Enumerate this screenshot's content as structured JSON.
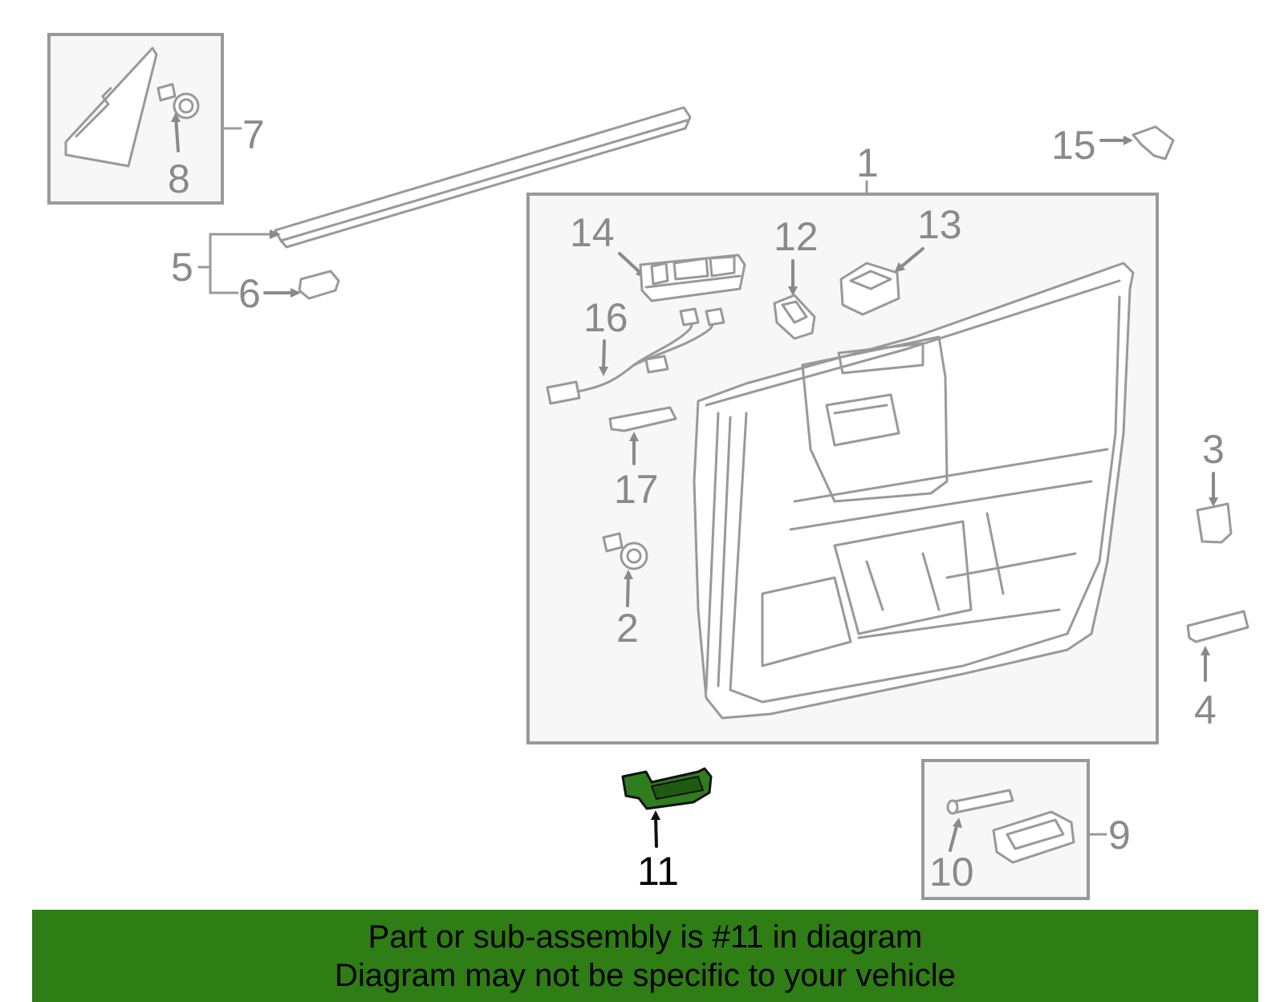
{
  "diagram": {
    "highlight_color": "#2e7d15",
    "callouts": [
      {
        "id": "1",
        "label": "1"
      },
      {
        "id": "2",
        "label": "2"
      },
      {
        "id": "3",
        "label": "3"
      },
      {
        "id": "4",
        "label": "4"
      },
      {
        "id": "5",
        "label": "5"
      },
      {
        "id": "6",
        "label": "6"
      },
      {
        "id": "7",
        "label": "7"
      },
      {
        "id": "8",
        "label": "8"
      },
      {
        "id": "9",
        "label": "9"
      },
      {
        "id": "10",
        "label": "10"
      },
      {
        "id": "11",
        "label": "11",
        "highlighted": true
      },
      {
        "id": "12",
        "label": "12"
      },
      {
        "id": "13",
        "label": "13"
      },
      {
        "id": "14",
        "label": "14"
      },
      {
        "id": "15",
        "label": "15"
      },
      {
        "id": "16",
        "label": "16"
      },
      {
        "id": "17",
        "label": "17"
      }
    ]
  },
  "banner": {
    "line1": "Part or sub-assembly is #11 in diagram",
    "line2": "Diagram may not be specific to your vehicle"
  }
}
